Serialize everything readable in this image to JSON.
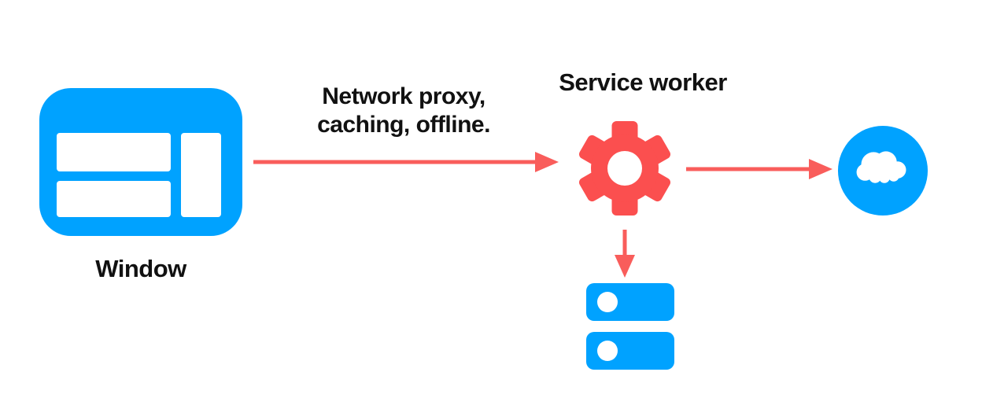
{
  "diagram": {
    "nodes": {
      "window": {
        "label": "Window",
        "icon": "browser-window-icon"
      },
      "service_worker": {
        "label": "Service worker",
        "icon": "gear-icon"
      },
      "network": {
        "icon": "cloud-icon"
      },
      "storage": {
        "icon": "database-stack-icon"
      }
    },
    "edges": {
      "window_to_service_worker": {
        "label_line1": "Network proxy,",
        "label_line2": "caching, offline.",
        "direction": "right"
      },
      "service_worker_to_network": {
        "direction": "right"
      },
      "service_worker_to_storage": {
        "direction": "down"
      }
    },
    "colors": {
      "blue": "#00A2FF",
      "red": "#FB4F4F",
      "arrow_red": "#F95D5B",
      "text": "#111111",
      "background": "#FFFFFF"
    }
  }
}
